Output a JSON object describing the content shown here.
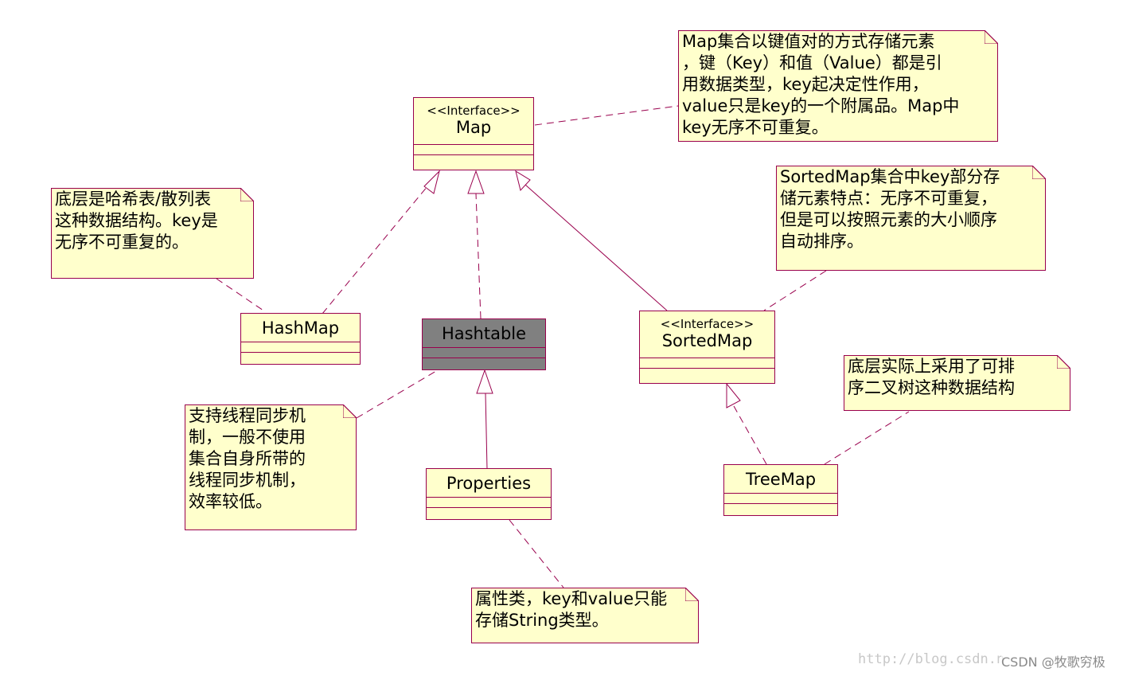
{
  "classes": {
    "map": {
      "stereotype": "<<Interface>>",
      "name": "Map"
    },
    "hashmap": {
      "name": "HashMap"
    },
    "hashtable": {
      "name": "Hashtable"
    },
    "sortedmap": {
      "stereotype": "<<Interface>>",
      "name": "SortedMap"
    },
    "properties": {
      "name": "Properties"
    },
    "treemap": {
      "name": "TreeMap"
    }
  },
  "notes": {
    "map": [
      "Map集合以键值对的方式存储元素",
      "，键（Key）和值（Value）都是引",
      "用数据类型，key起决定性作用，",
      "value只是key的一个附属品。Map中",
      "key无序不可重复。"
    ],
    "hashmap": [
      "底层是哈希表/散列表",
      "这种数据结构。key是",
      "无序不可重复的。"
    ],
    "sortedmap": [
      "SortedMap集合中key部分存",
      "储元素特点：无序不可重复，",
      "但是可以按照元素的大小顺序",
      "自动排序。"
    ],
    "hashtable": [
      "支持线程同步机",
      "制，一般不使用",
      "集合自身所带的",
      "线程同步机制，",
      "效率较低。"
    ],
    "treemap": [
      "底层实际上采用了可排",
      "序二叉树这种数据结构"
    ],
    "properties": [
      "属性类，key和value只能",
      "存储String类型。"
    ]
  },
  "colors": {
    "box_fill": "#ffffcc",
    "box_border": "#99004d",
    "highlight_fill": "#808080",
    "line": "#99004d"
  },
  "watermark": "http://blog.csdn.n",
  "credit": "CSDN @牧歌穷极"
}
